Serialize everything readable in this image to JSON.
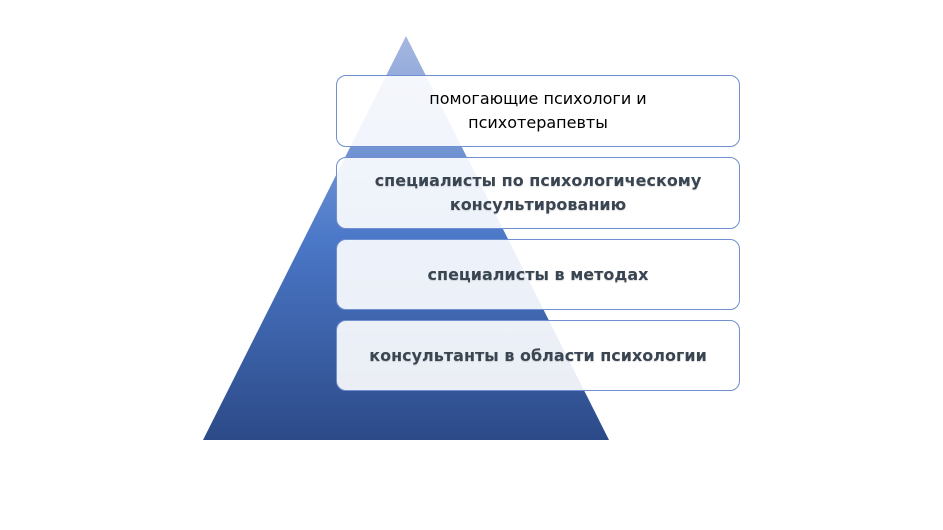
{
  "diagram": {
    "levels": [
      {
        "label": "помогающие психологи и психотерапевты"
      },
      {
        "label": "специалисты по психологическому консультированию"
      },
      {
        "label": "специалисты в методах"
      },
      {
        "label": "консультанты в области психологии"
      }
    ],
    "colors": {
      "pyramid_top": "#9fb3de",
      "pyramid_bottom": "#2c4a88",
      "box_border": "#6f8fd0"
    }
  }
}
